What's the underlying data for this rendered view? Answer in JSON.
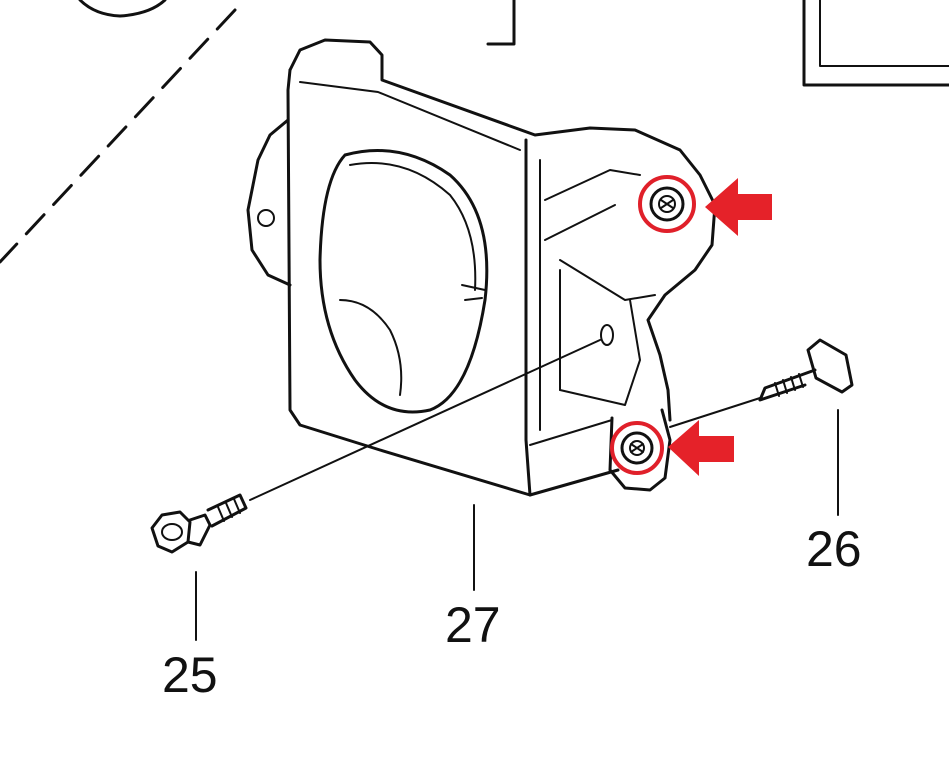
{
  "part_labels": {
    "bolt_left": "25",
    "bolt_right": "26",
    "bracket": "27"
  },
  "highlight": {
    "circle_color": "#e0202a",
    "arrow_color": "#e52229"
  }
}
